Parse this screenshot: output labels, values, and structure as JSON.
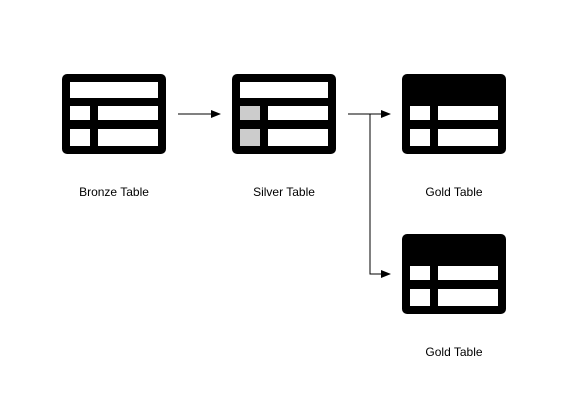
{
  "diagram": {
    "nodes": [
      {
        "id": "bronze",
        "label": "Bronze Table",
        "icon": "table-icon-bronze"
      },
      {
        "id": "silver",
        "label": "Silver Table",
        "icon": "table-icon-silver"
      },
      {
        "id": "gold_1",
        "label": "Gold Table",
        "icon": "table-icon-gold"
      },
      {
        "id": "gold_2",
        "label": "Gold Table",
        "icon": "table-icon-gold"
      }
    ],
    "edges": [
      {
        "from": "bronze",
        "to": "silver"
      },
      {
        "from": "silver",
        "to": "gold_1"
      },
      {
        "from": "silver",
        "to": "gold_2"
      }
    ]
  },
  "colors": {
    "icon_stroke": "#000000",
    "icon_fill": "#ffffff",
    "silver_highlight": "#cccccc",
    "arrow": "#000000",
    "background": "#ffffff"
  }
}
